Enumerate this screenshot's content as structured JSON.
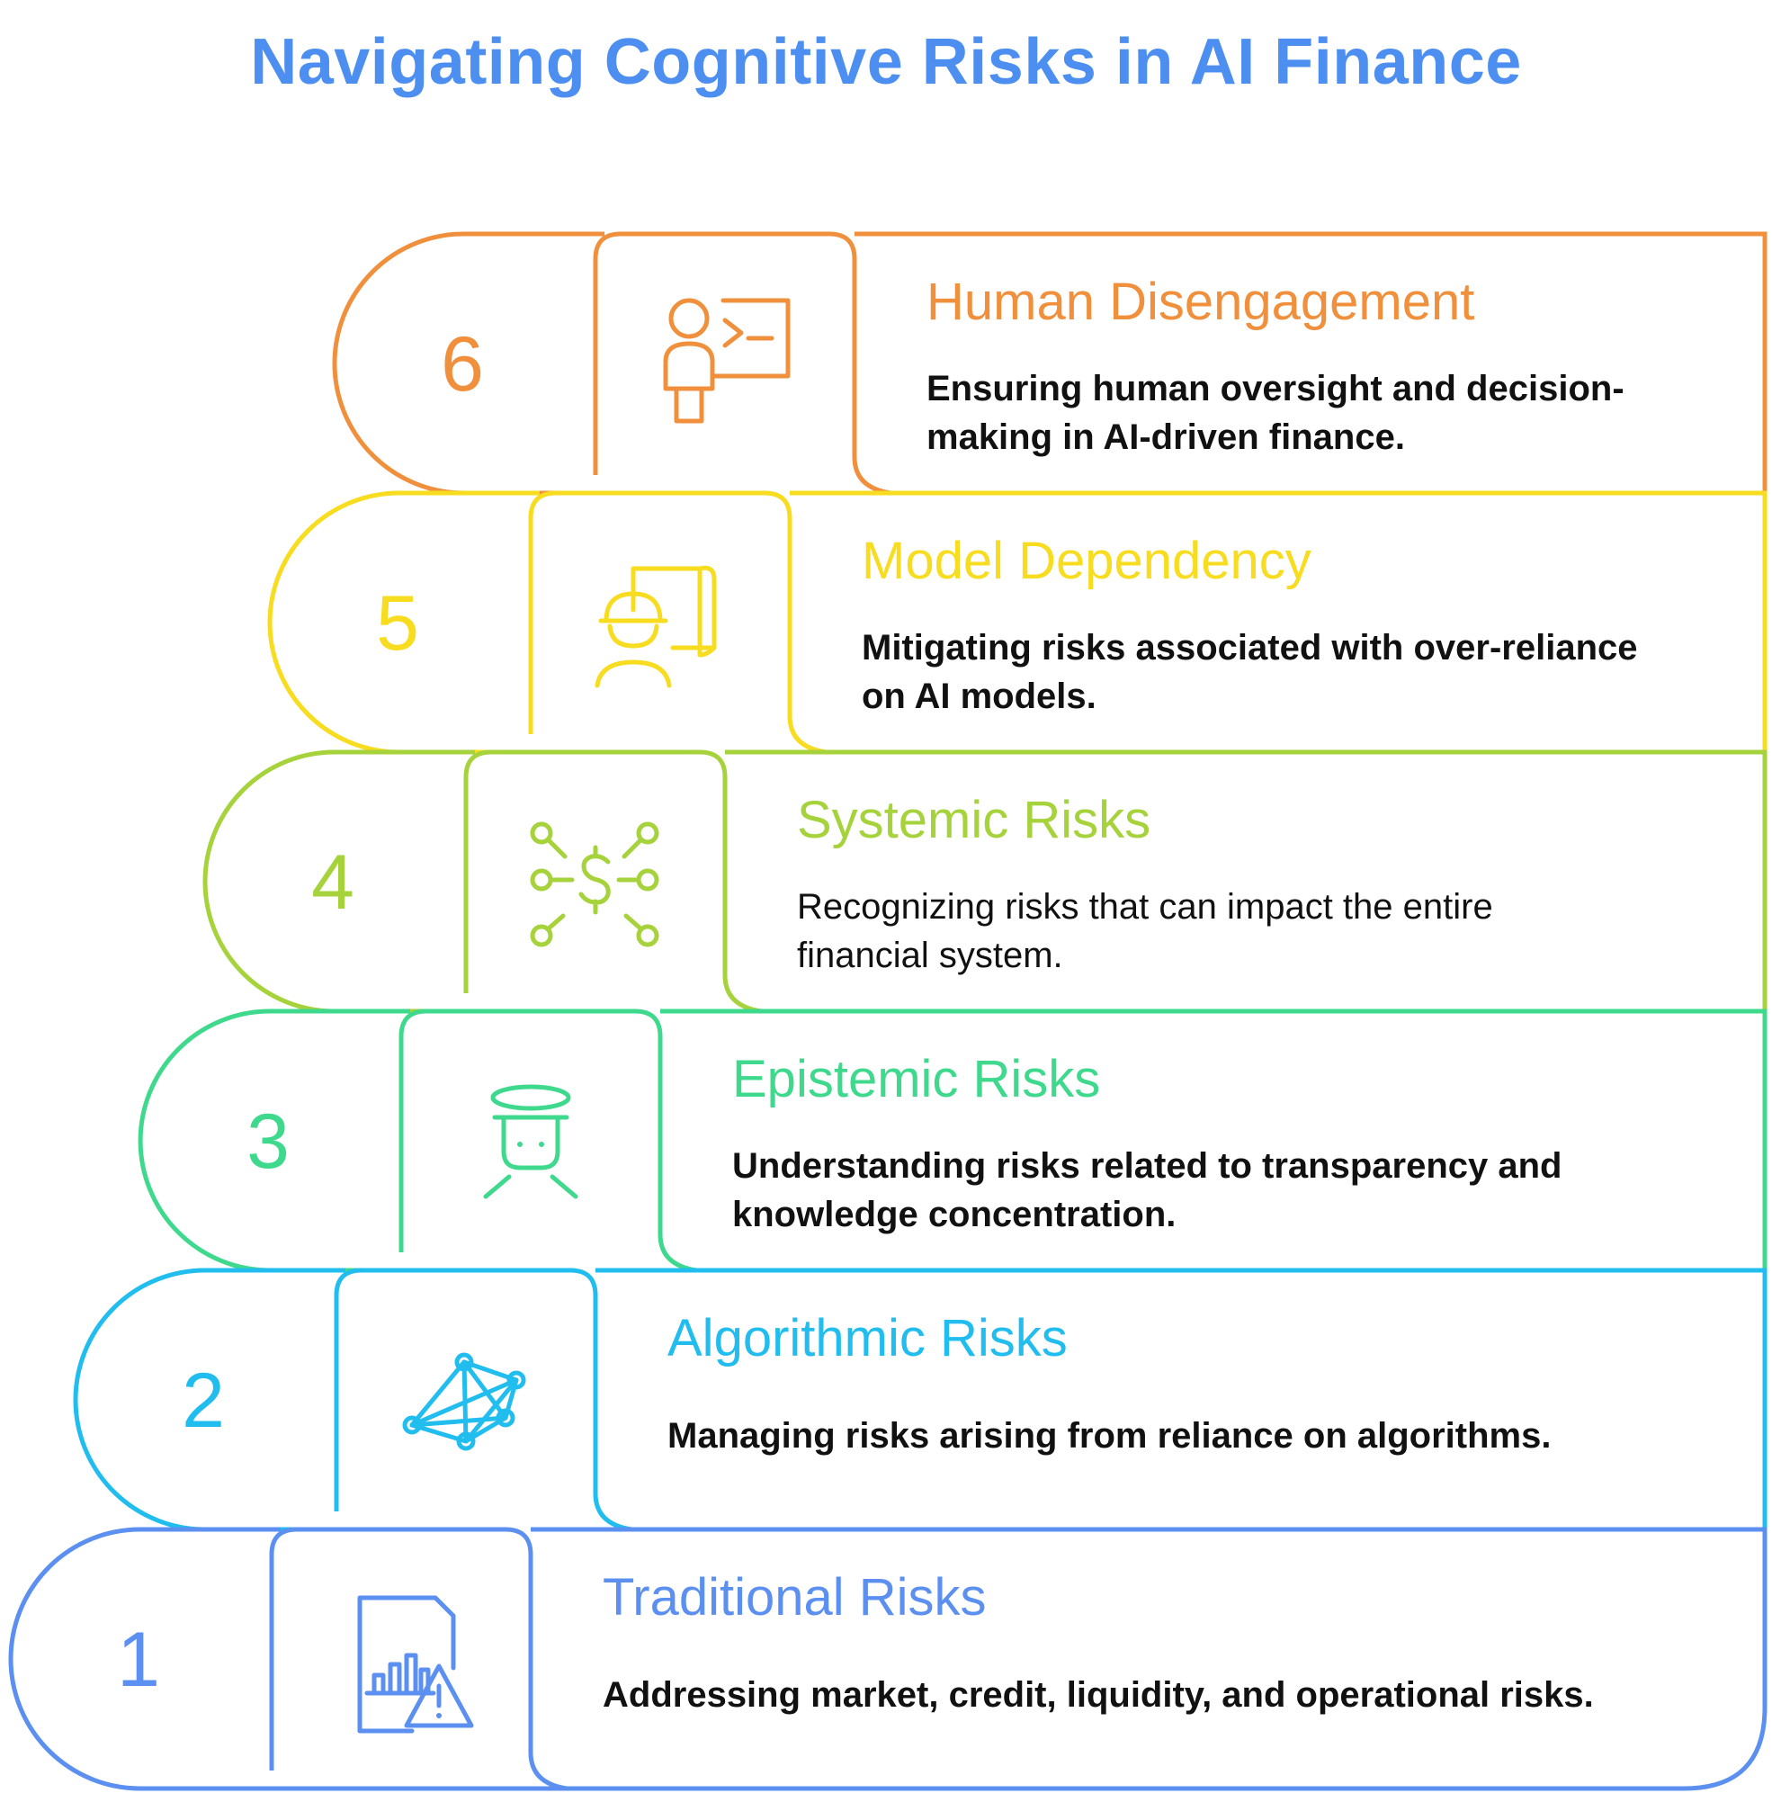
{
  "title": "Navigating Cognitive Risks in AI Finance",
  "steps": [
    {
      "number": "1",
      "title": "Traditional Risks",
      "description": [
        "Addressing market, credit, liquidity, and operational risks."
      ],
      "desc_bold": true,
      "color": "#5b8ff0",
      "icon": "report-warning-icon"
    },
    {
      "number": "2",
      "title": "Algorithmic Risks",
      "description": [
        "Managing risks arising from reliance on algorithms."
      ],
      "desc_bold": true,
      "color": "#22bdef",
      "icon": "network-icon"
    },
    {
      "number": "3",
      "title": "Epistemic Risks",
      "description": [
        "Understanding risks related to transparency and",
        "knowledge concentration."
      ],
      "desc_bold": true,
      "color": "#3fd98e",
      "icon": "person-hat-icon"
    },
    {
      "number": "4",
      "title": "Systemic Risks",
      "description": [
        "Recognizing risks that can impact the entire",
        "financial system."
      ],
      "desc_bold": false,
      "color": "#a6d23b",
      "icon": "dollar-network-icon"
    },
    {
      "number": "5",
      "title": "Model Dependency",
      "description": [
        "Mitigating risks associated with over-reliance",
        "on AI models."
      ],
      "desc_bold": true,
      "color": "#f7dc1f",
      "icon": "engineer-board-icon"
    },
    {
      "number": "6",
      "title": "Human Disengagement",
      "description": [
        "Ensuring human oversight and decision-",
        "making in AI-driven finance."
      ],
      "desc_bold": true,
      "color": "#f0903c",
      "icon": "person-terminal-icon"
    }
  ]
}
